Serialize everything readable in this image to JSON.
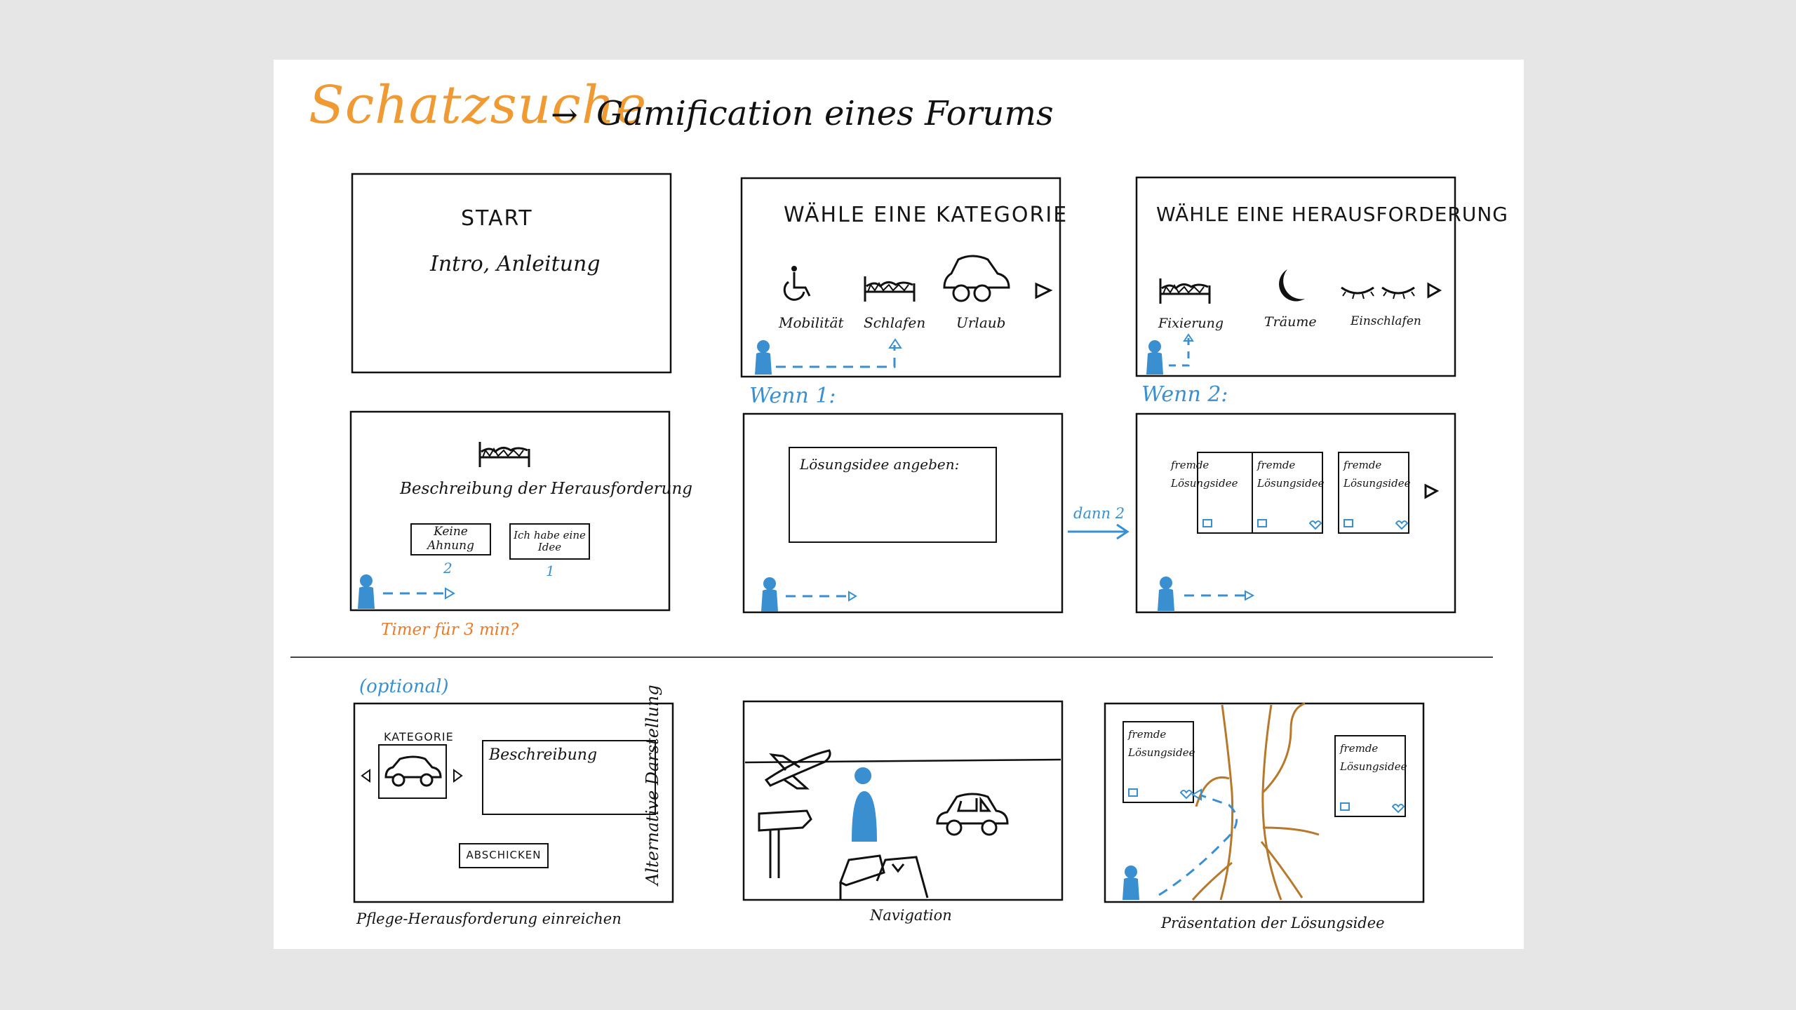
{
  "header": {
    "title": "Schatzsuche",
    "arrow": "→",
    "subtitle": "Gamification eines Forums"
  },
  "row1": {
    "start": {
      "title": "START",
      "subtitle": "Intro, Anleitung"
    },
    "kategorie": {
      "title": "WÄHLE EINE KATEGORIE",
      "items": [
        {
          "icon": "wheelchair-icon",
          "label": "Mobilität"
        },
        {
          "icon": "bed-icon",
          "label": "Schlafen"
        },
        {
          "icon": "car-icon",
          "label": "Urlaub"
        }
      ]
    },
    "herausforderung": {
      "title": "WÄHLE EINE HERAUSFORDERUNG",
      "items": [
        {
          "icon": "bed-icon",
          "label": "Fixierung"
        },
        {
          "icon": "moon-icon",
          "label": "Träume"
        },
        {
          "icon": "closed-eyes-icon",
          "label": "Einschlafen"
        }
      ]
    }
  },
  "row2": {
    "beschreibung": {
      "text": "Beschreibung der Herausforderung",
      "btn_keine": "Keine Ahnung",
      "btn_idee": "Ich habe eine Idee",
      "num_keine": "2",
      "num_idee": "1",
      "timer": "Timer für 3 min?"
    },
    "wenn1": {
      "label": "Wenn 1:",
      "input_label": "Lösungsidee angeben:"
    },
    "dann2": "dann 2",
    "wenn2": {
      "label": "Wenn 2:",
      "card_line1": "fremde",
      "card_line2": "Lösungsidee"
    }
  },
  "row3": {
    "optional": "(optional)",
    "pflege": {
      "kategorie": "KATEGORIE",
      "beschreibung": "Beschreibung",
      "abschicken": "ABSCHICKEN",
      "caption": "Pflege-Herausforderung einreichen"
    },
    "navigation": {
      "side_label": "Alternative Darstellung",
      "caption": "Navigation"
    },
    "praesentation": {
      "card_line1": "fremde",
      "card_line2": "Lösungsidee",
      "caption": "Präsentation der Lösungsidee"
    }
  },
  "colors": {
    "ink": "#151515",
    "blue": "#3a8fd0",
    "orange": "#ef9a33",
    "brown": "#b8782a"
  }
}
